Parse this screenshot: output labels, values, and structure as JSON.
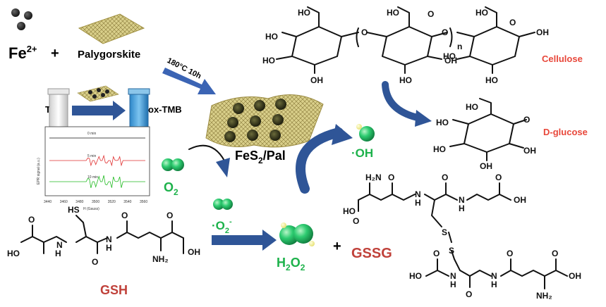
{
  "reactants": {
    "fe_base": "Fe",
    "fe_charge": "2+",
    "plus": "+",
    "palygorskite": "Palygorskite"
  },
  "condition": "180°C 10h",
  "catalyst": {
    "base": "FeS",
    "sub": "2",
    "tail": "/Pal"
  },
  "tmb_panel": {
    "tmb": "TMB",
    "ox_tmb": "ox-TMB"
  },
  "epr_chart": {
    "ylabel": "EPR signal (a.u.)",
    "xlabel": "H (Gauss)",
    "ticks": [
      "3440",
      "3460",
      "3480",
      "3500",
      "3520",
      "3540",
      "3560"
    ],
    "traces": [
      {
        "label": "0 min",
        "color": "#111111"
      },
      {
        "label": "5 min",
        "color": "#e03030"
      },
      {
        "label": "10 min",
        "color": "#22bb22"
      }
    ]
  },
  "species": {
    "o2_base": "O",
    "o2_sub": "2",
    "superoxide_dot": "·",
    "superoxide_base": "O",
    "superoxide_sub": "2",
    "superoxide_sup": "-",
    "oh_radical": "·OH",
    "h2o2_h": "H",
    "h2o2_sub1": "2",
    "h2o2_o": "O",
    "h2o2_sub2": "2",
    "plus": "+"
  },
  "labels": {
    "cellulose": "Cellulose",
    "dglucose": "D-glucose",
    "gsh": "GSH",
    "gssg": "GSSG",
    "n": "n"
  },
  "colors": {
    "label_red": "#e8473a",
    "green_text": "#1db24b",
    "arrow_blue": "#2f5597",
    "sphere_green": "#2ecc71"
  }
}
